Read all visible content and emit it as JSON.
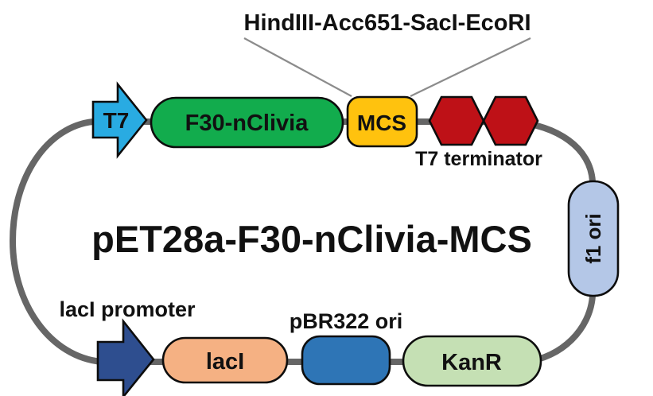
{
  "diagram": {
    "title": "pET28a-F30-nClivia-MCS",
    "top_label": "HindIII-Acc651-SacI-EcoRI",
    "elements": {
      "t7_promoter": {
        "label": "T7"
      },
      "f30_nclivia": {
        "label": "F30-nClivia"
      },
      "mcs": {
        "label": "MCS"
      },
      "t7_terminator": {
        "label": "T7 terminator"
      },
      "f1_ori": {
        "label": "f1 ori"
      },
      "laci_promoter": {
        "label": "lacI promoter"
      },
      "laci": {
        "label": "lacI"
      },
      "pbr322_ori": {
        "label": "pBR322 ori"
      },
      "kanr": {
        "label": "KanR"
      }
    },
    "colors": {
      "backbone": "#666666",
      "leader_line": "#8c8c8c",
      "outline": "#0d0d0d",
      "t7_arrow": "#29ABE2",
      "f30": "#12AC4D",
      "mcs": "#FFC20E",
      "terminator": "#BE1117",
      "f1_ori": "#B4C7E7",
      "laci_arrow": "#2E4E8F",
      "laci": "#F5B183",
      "pbr322": "#2E75B6",
      "kanr": "#C5E0B4"
    }
  }
}
